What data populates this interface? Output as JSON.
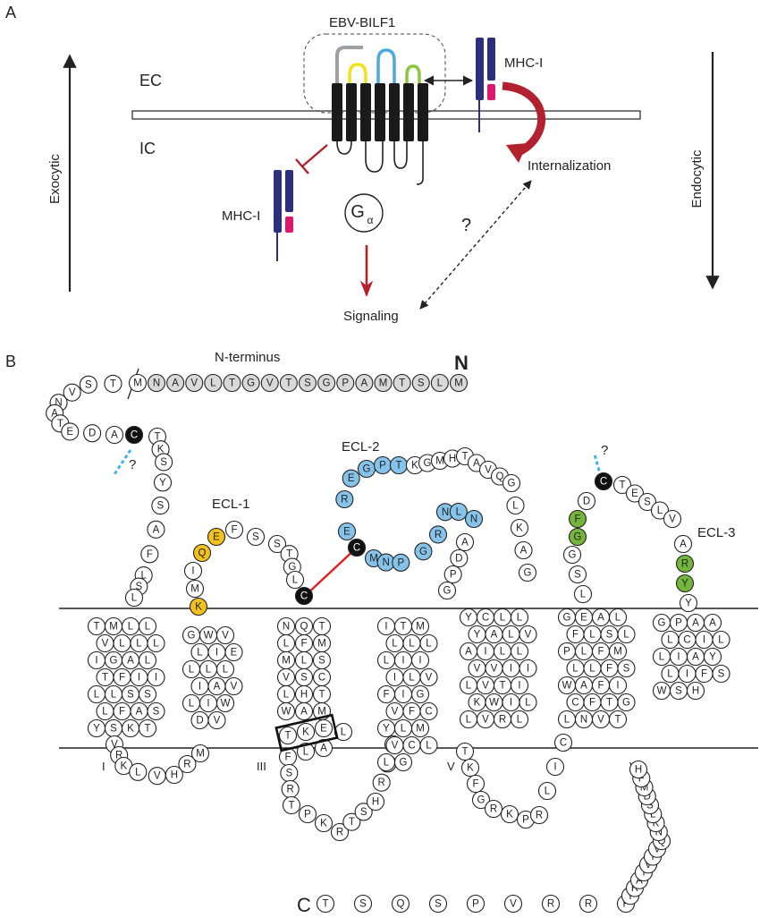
{
  "panel_a": {
    "panel_label": "A",
    "receptor_label": "EBV-BILF1",
    "ec_label": "EC",
    "ic_label": "IC",
    "exocytic_label": "Exocytic",
    "endocytic_label": "Endocytic",
    "mhc_right_label": "MHC-I",
    "mhc_left_label": "MHC-I",
    "internalization_label": "Internalization",
    "g_protein_label": "G",
    "g_protein_subscript": "α",
    "question_mark": "?",
    "signaling_label": "Signaling"
  },
  "panel_b": {
    "panel_label": "B",
    "n_terminus_label": "N-terminus",
    "n_letter": "N",
    "c_letter": "C",
    "ecl1_label": "ECL-1",
    "ecl2_label": "ECL-2",
    "ecl3_label": "ECL-3",
    "question_left": "?",
    "question_right": "?",
    "tm_labels": [
      "I",
      "III",
      "V",
      "VII"
    ]
  },
  "colors": {
    "membrane_receptor": "#1a1a1a",
    "mhc_blue": "#2b2f7e",
    "mhc_pink": "#e0186b",
    "inhibit_red": "#b3202e",
    "ecl1_yellow": "#f2c11c",
    "ecl2_blue": "#86c3ea",
    "ecl3_green": "#74b53b",
    "nterm_gray": "#d9d9d9",
    "cysteine_black": "#111111",
    "disulfide_red": "#e02020",
    "dashed_cyan": "#3fb5e6",
    "helix1_gray": "#9aa0a6"
  },
  "sequence": {
    "nterm_gray": [
      "M",
      "L",
      "S",
      "T",
      "M",
      "A",
      "P",
      "G",
      "S",
      "T",
      "V",
      "G",
      "T",
      "L",
      "V",
      "A",
      "N"
    ],
    "nterm_white": [
      "M",
      "T",
      "S",
      "V",
      "N",
      "A",
      "T",
      "E",
      "D",
      "A"
    ],
    "c_terminal_tail": [
      "T",
      "S",
      "Q",
      "S",
      "P",
      "V",
      "R",
      "R",
      "F",
      "Y",
      "R",
      "A",
      "T",
      "V",
      "T",
      "V",
      "Q",
      "N",
      "K",
      "L",
      "S",
      "D",
      "M",
      "F",
      "H"
    ],
    "ecl1": [
      "K",
      "M",
      "I",
      "Q",
      "E",
      "F",
      "S",
      "S",
      "T",
      "G",
      "L",
      "C"
    ],
    "ecl2": [
      "E",
      "R",
      "E",
      "G",
      "P",
      "T",
      "K",
      "G",
      "M",
      "H",
      "T",
      "A",
      "V",
      "Q",
      "G",
      "L",
      "K",
      "A",
      "G",
      "P",
      "D",
      "A",
      "N",
      "L",
      "N",
      "R",
      "G",
      "P",
      "N",
      "M",
      "C"
    ],
    "ecl3": [
      "L",
      "G",
      "F",
      "D",
      "C",
      "T",
      "E",
      "S",
      "L",
      "V",
      "A",
      "R",
      "Y",
      "Y"
    ],
    "il1": [
      "V",
      "R",
      "K",
      "L",
      "V",
      "H",
      "R",
      "M"
    ],
    "il2": [
      "F",
      "S",
      "R",
      "T",
      "P",
      "K",
      "R",
      "T",
      "S",
      "H",
      "R",
      "S",
      "N"
    ],
    "il3": [
      "T",
      "K",
      "F",
      "G",
      "R",
      "K",
      "P",
      "R",
      "L",
      "I",
      "C"
    ],
    "tm1": [
      "T",
      "M",
      "L",
      "L",
      "V",
      "L",
      "L",
      "L",
      "I",
      "G",
      "A",
      "L",
      "T",
      "F",
      "I",
      "I",
      "L",
      "L",
      "S",
      "S",
      "L",
      "F",
      "A",
      "S",
      "Y",
      "S",
      "K",
      "T"
    ],
    "tm2": [
      "G",
      "W",
      "V",
      "L",
      "I",
      "E",
      "L",
      "L",
      "L",
      "I",
      "A",
      "V",
      "L",
      "I",
      "W",
      "D",
      "V"
    ],
    "tm3": [
      "N",
      "Q",
      "T",
      "L",
      "F",
      "M",
      "M",
      "L",
      "S",
      "V",
      "S",
      "C",
      "L",
      "H",
      "T",
      "W",
      "A",
      "M",
      "G",
      "T",
      "K",
      "E",
      "L",
      "A",
      "L"
    ],
    "tm4": [
      "I",
      "T",
      "M",
      "L",
      "L",
      "L",
      "L",
      "I",
      "I",
      "I",
      "L",
      "V",
      "F",
      "I",
      "G",
      "V",
      "F",
      "C",
      "Y",
      "L",
      "M",
      "V",
      "C",
      "L",
      "L",
      "G"
    ],
    "tm5": [
      "Y",
      "C",
      "L",
      "L",
      "Y",
      "A",
      "L",
      "V",
      "A",
      "I",
      "L",
      "L",
      "V",
      "V",
      "I",
      "I",
      "L",
      "V",
      "T",
      "I",
      "K",
      "W",
      "I",
      "L",
      "L",
      "V",
      "R",
      "L",
      "L",
      "V"
    ],
    "tm6": [
      "G",
      "E",
      "A",
      "L",
      "F",
      "L",
      "S",
      "L",
      "P",
      "L",
      "F",
      "M",
      "L",
      "L",
      "F",
      "S",
      "W",
      "A",
      "F",
      "I",
      "C",
      "F",
      "T",
      "G",
      "L",
      "N",
      "V",
      "T"
    ],
    "tm7": [
      "G",
      "P",
      "A",
      "A",
      "L",
      "C",
      "I",
      "L",
      "L",
      "I",
      "A",
      "Y",
      "L",
      "I",
      "F",
      "S",
      "W",
      "S",
      "H"
    ],
    "special": {
      "cys": "C",
      "tke": [
        "T",
        "K",
        "E"
      ]
    }
  }
}
